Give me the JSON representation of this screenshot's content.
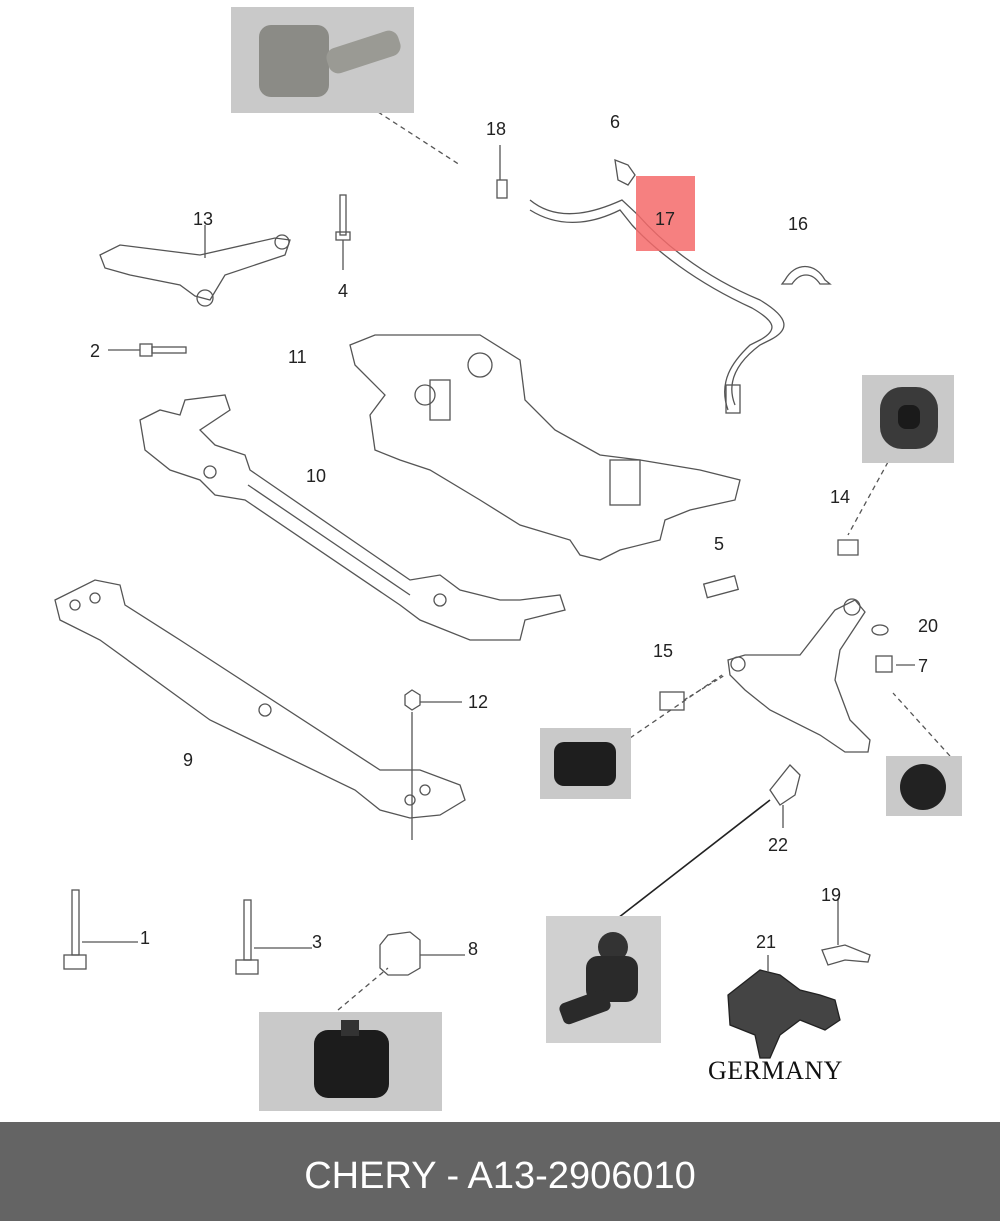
{
  "diagram": {
    "title": "Front suspension subframe and control arm assembly",
    "callouts": [
      {
        "id": "1",
        "label": "1"
      },
      {
        "id": "2",
        "label": "2"
      },
      {
        "id": "3",
        "label": "3"
      },
      {
        "id": "4",
        "label": "4"
      },
      {
        "id": "5",
        "label": "5"
      },
      {
        "id": "6",
        "label": "6"
      },
      {
        "id": "7",
        "label": "7"
      },
      {
        "id": "8",
        "label": "8"
      },
      {
        "id": "9",
        "label": "9"
      },
      {
        "id": "10",
        "label": "10"
      },
      {
        "id": "11",
        "label": "11"
      },
      {
        "id": "12",
        "label": "12"
      },
      {
        "id": "13",
        "label": "13"
      },
      {
        "id": "14",
        "label": "14"
      },
      {
        "id": "15",
        "label": "15"
      },
      {
        "id": "16",
        "label": "16"
      },
      {
        "id": "17",
        "label": "17"
      },
      {
        "id": "18",
        "label": "18"
      },
      {
        "id": "19",
        "label": "19"
      },
      {
        "id": "20",
        "label": "20"
      },
      {
        "id": "21",
        "label": "21"
      },
      {
        "id": "22",
        "label": "22"
      }
    ],
    "highlighted_part": "17",
    "highlight_color": "#f46a6a",
    "brand_stamp": "GERMANY"
  },
  "footer": {
    "text": "CHERY - A13-2906010",
    "background": "#646464"
  }
}
